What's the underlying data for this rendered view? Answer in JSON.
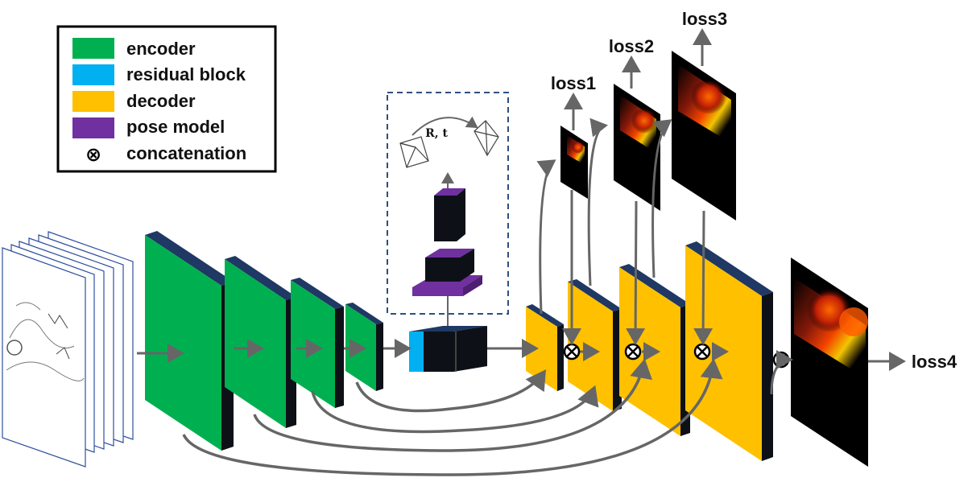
{
  "colors": {
    "encoder": "#00b050",
    "residual": "#00b0f0",
    "decoder": "#ffc000",
    "pose": "#7030a0",
    "side": "#0d1117",
    "top_edge": "#1f3864",
    "arrow": "#666666"
  },
  "legend": {
    "items": [
      {
        "label": "encoder",
        "swatch": "encoder"
      },
      {
        "label": "residual block",
        "swatch": "residual"
      },
      {
        "label": "decoder",
        "swatch": "decoder"
      },
      {
        "label": "pose model",
        "swatch": "pose"
      },
      {
        "label": "concatenation",
        "swatch": "concat-symbol"
      }
    ]
  },
  "pose": {
    "transform_label": "R, t"
  },
  "outputs": {
    "loss1": "loss1",
    "loss2": "loss2",
    "loss3": "loss3",
    "loss4": "loss4"
  },
  "concat_symbol": "⊗"
}
